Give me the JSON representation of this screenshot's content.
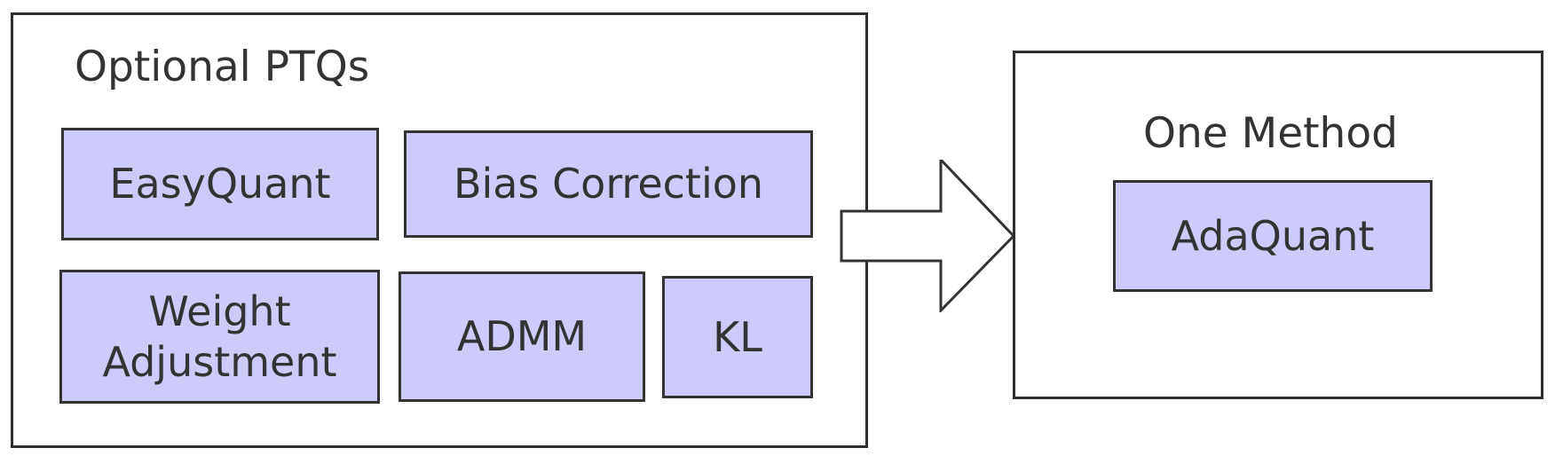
{
  "colors": {
    "box_fill": "#cccbfa",
    "outline": "#333333",
    "background": "#ffffff"
  },
  "left_panel": {
    "title": "Optional PTQs",
    "methods": [
      {
        "label": "EasyQuant"
      },
      {
        "label": "Bias Correction"
      },
      {
        "label_line1": "Weight",
        "label_line2": "Adjustment"
      },
      {
        "label": "ADMM"
      },
      {
        "label": "KL"
      }
    ]
  },
  "connector": {
    "icon": "right-arrow-icon"
  },
  "right_panel": {
    "title": "One Method",
    "method": {
      "label": "AdaQuant"
    }
  }
}
